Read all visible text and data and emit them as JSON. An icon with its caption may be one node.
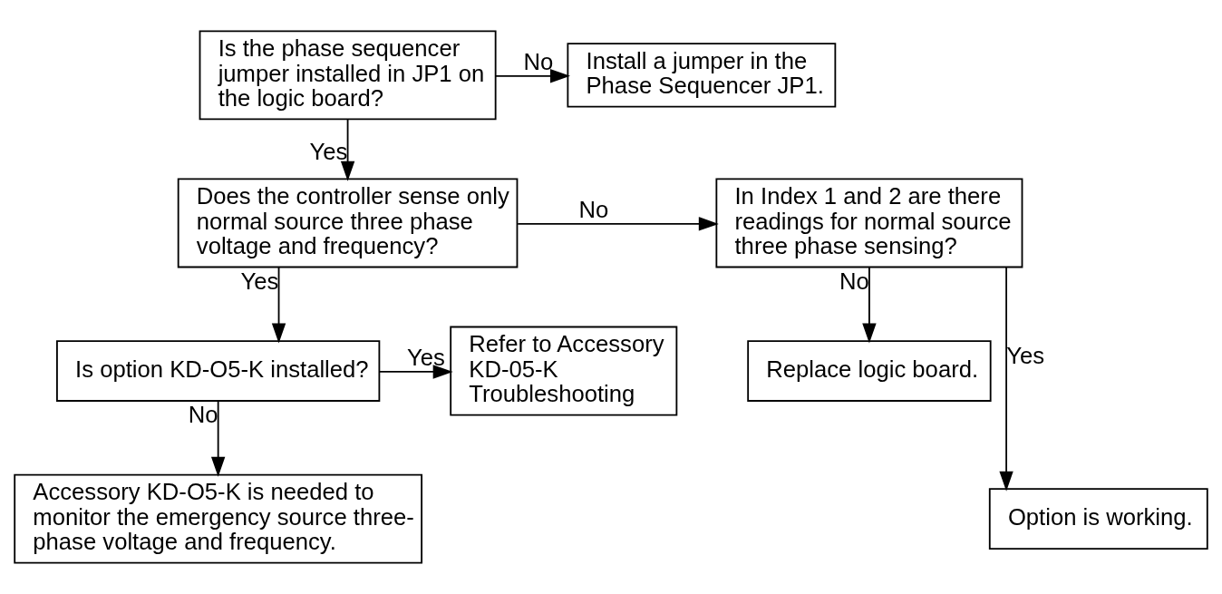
{
  "diagram": {
    "nodes": [
      {
        "text": [
          "Is the phase sequencer jumper installed in JP1 on the logic board?"
        ]
      },
      {
        "text": [
          "Install a jumper in the Phase Sequencer JP1."
        ]
      },
      {
        "text": [
          "Does the controller sense only normal source three phase voltage and frequency?"
        ]
      },
      {
        "text": [
          "In Index 1 and 2 are there readings for normal source three phase sensing?"
        ]
      },
      {
        "text": [
          "Is option KD-O5-K installed?"
        ]
      },
      {
        "text": [
          "Refer to Accessory KD-05-K Troubleshooting"
        ]
      },
      {
        "text": [
          "Replace logic board."
        ]
      },
      {
        "text": [
          "Accessory KD-O5-K is needed to monitor the emergency source three-phase voltage and frequency."
        ]
      },
      {
        "text": [
          "Option is working."
        ]
      }
    ],
    "edges": [
      {
        "from": 0,
        "to": 1,
        "label": "No",
        "arrow": "to"
      },
      {
        "from": 0,
        "to": 2,
        "label": "Yes",
        "arrow": "to"
      },
      {
        "from": 2,
        "to": 4,
        "label": "Yes",
        "arrow": "to"
      },
      {
        "from": 2,
        "to": 3,
        "label": "No",
        "arrow": "to"
      },
      {
        "from": 4,
        "to": 5,
        "label": "Yes",
        "arrow": "to"
      },
      {
        "from": 3,
        "to": 6,
        "label": "No",
        "arrow": "to"
      },
      {
        "from": 3,
        "to": 8,
        "label": "Yes",
        "arrow": "to"
      },
      {
        "from": 4,
        "to": 7,
        "label": "No",
        "arrow": "to"
      }
    ]
  }
}
